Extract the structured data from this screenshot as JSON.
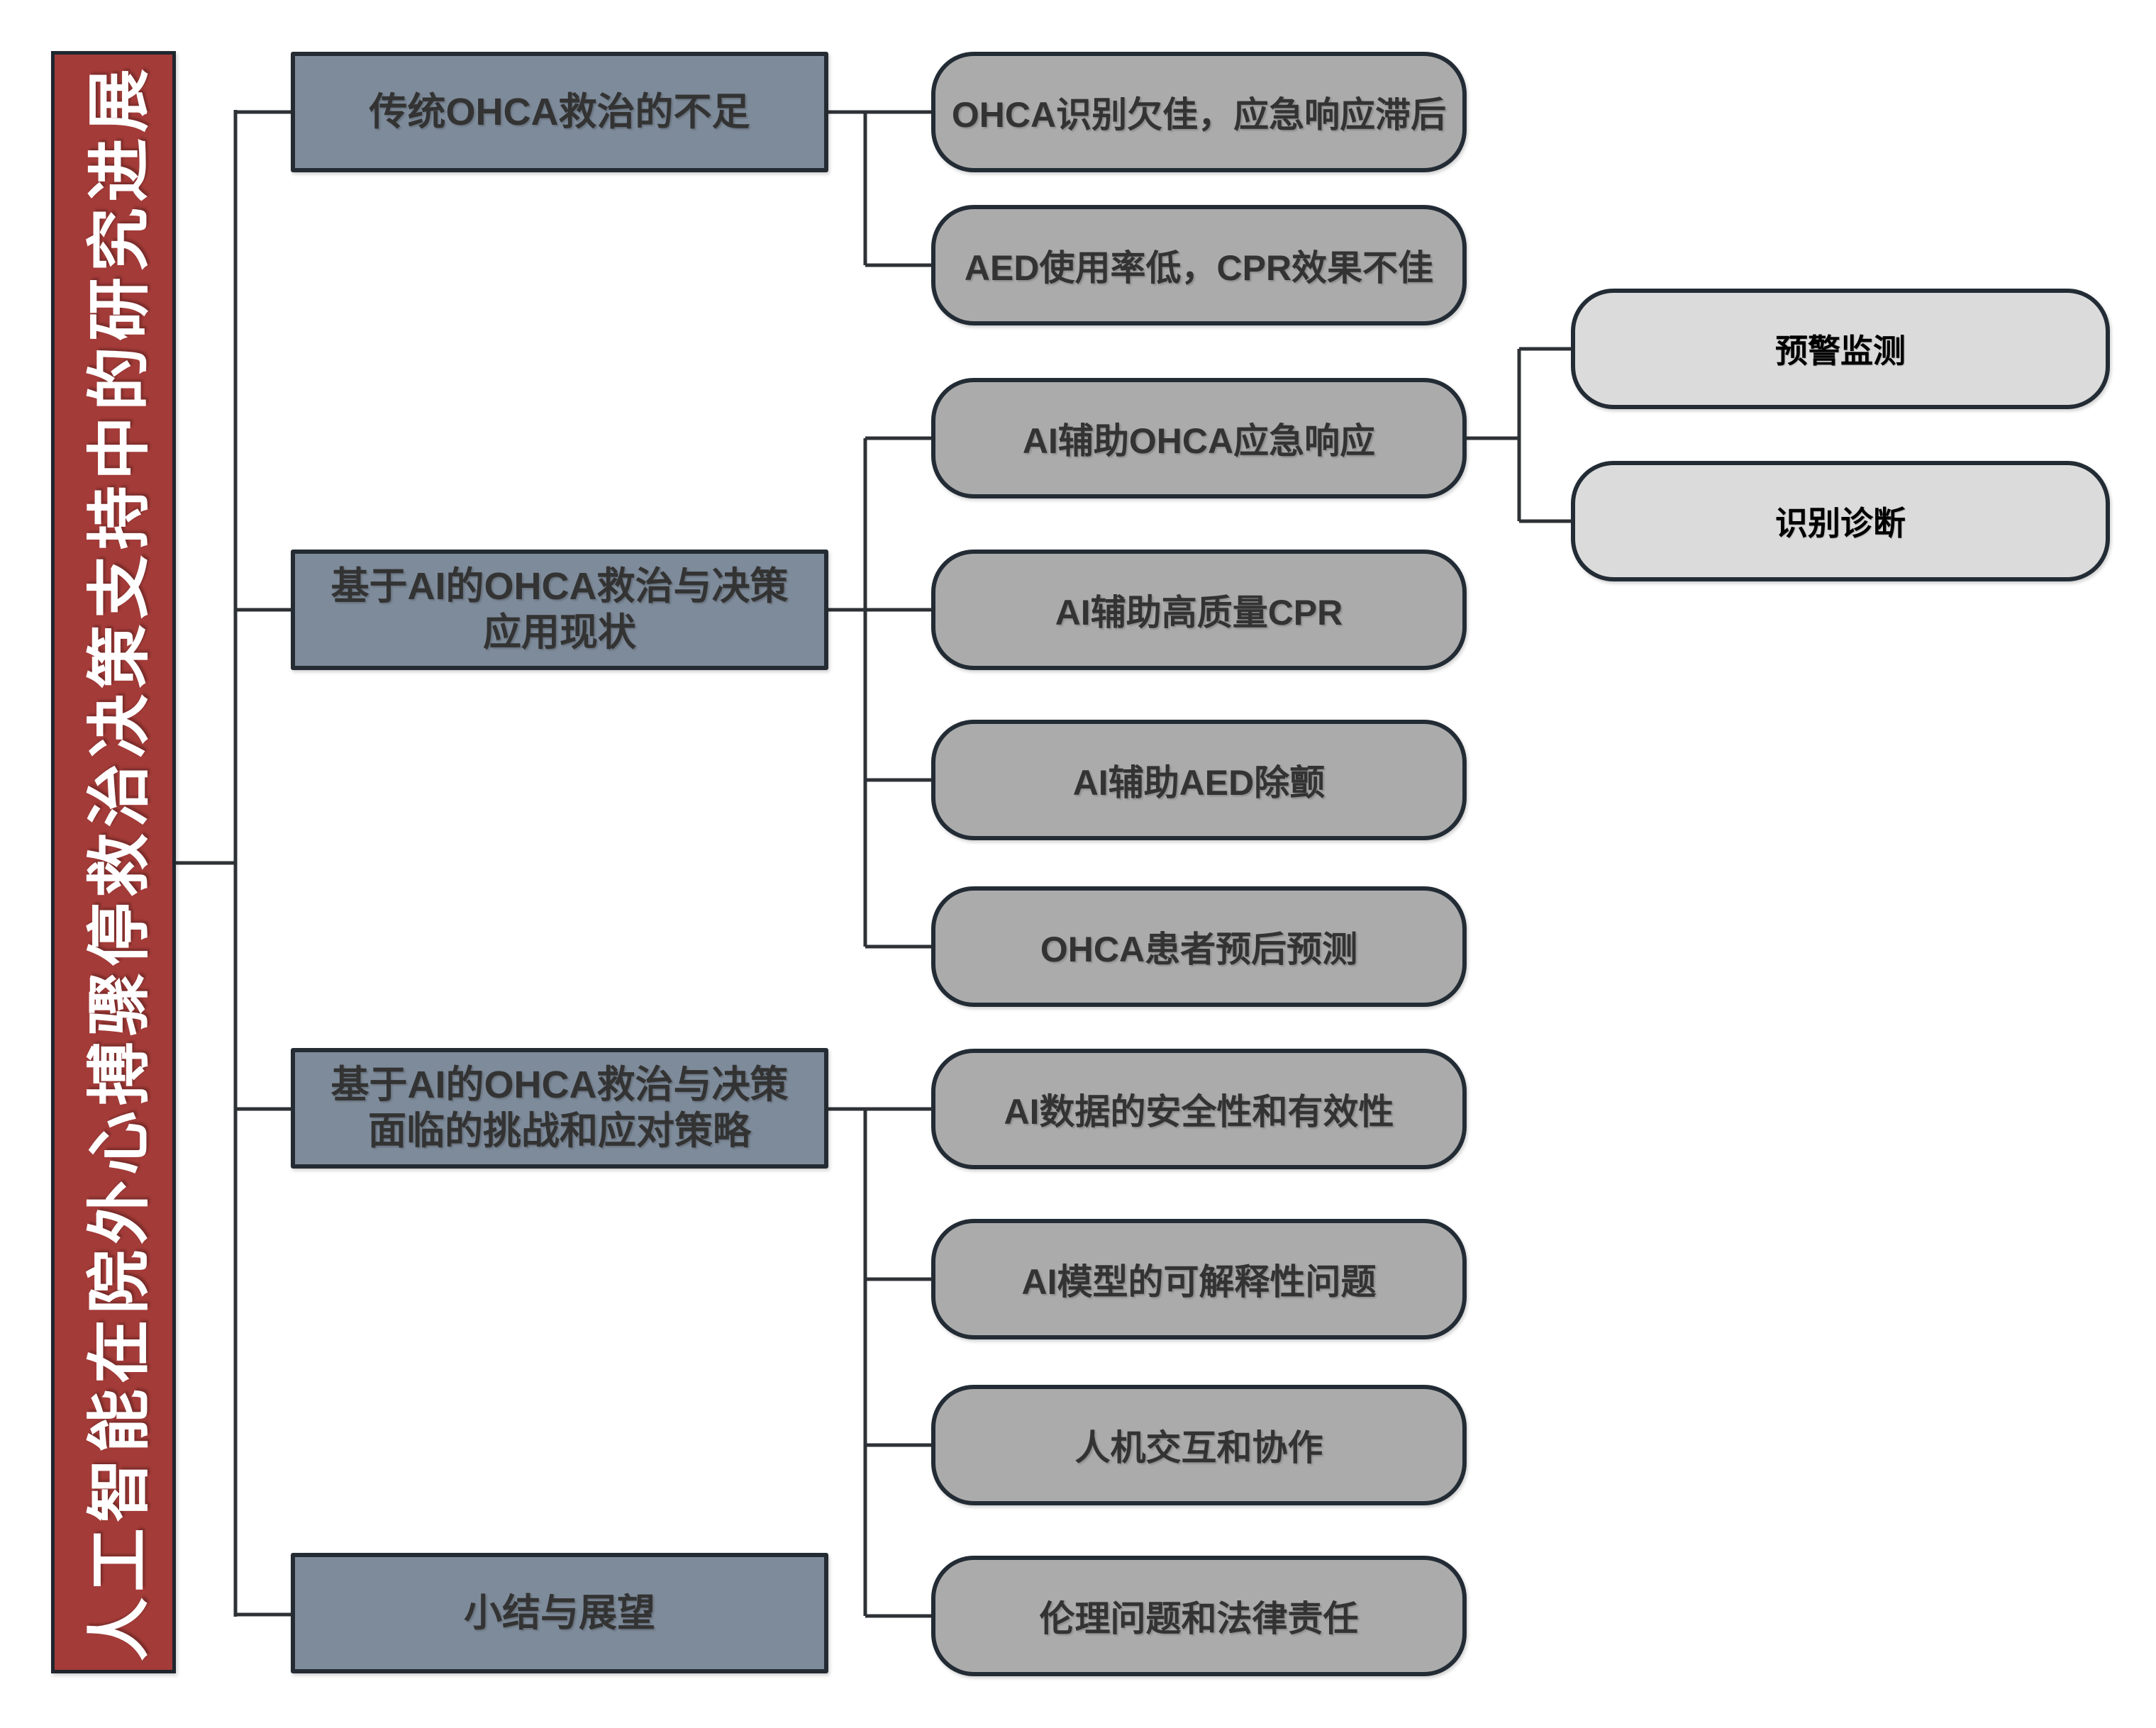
{
  "title": "人工智能在院外心搏骤停救治决策支持中的研究进展",
  "colors": {
    "root_fill": "#A33B38",
    "section_fill": "#7E8B9A",
    "topic_fill": "#ABABAB",
    "subtopic_fill": "#DBDBDB",
    "border": "#242B33",
    "connector": "#2E3236",
    "root_text": "#FFFFFF",
    "node_text": "#333333"
  },
  "tree": {
    "sections": [
      {
        "label": "传统OHCA救治的不足",
        "children": [
          {
            "label": "OHCA识别欠佳，应急响应滞后"
          },
          {
            "label": "AED使用率低，CPR效果不佳"
          }
        ]
      },
      {
        "label": "基于AI的OHCA救治与决策\n应用现状",
        "children": [
          {
            "label": "AI辅助OHCA应急响应",
            "children": [
              {
                "label": "预警监测"
              },
              {
                "label": "识别诊断"
              }
            ]
          },
          {
            "label": "AI辅助高质量CPR"
          },
          {
            "label": "AI辅助AED除颤"
          },
          {
            "label": "OHCA患者预后预测"
          }
        ]
      },
      {
        "label": "基于AI的OHCA救治与决策\n面临的挑战和应对策略",
        "children": [
          {
            "label": "AI数据的安全性和有效性"
          },
          {
            "label": "AI模型的可解释性问题"
          },
          {
            "label": "人机交互和协作"
          },
          {
            "label": "伦理问题和法律责任"
          }
        ]
      },
      {
        "label": "小结与展望",
        "children": []
      }
    ]
  }
}
